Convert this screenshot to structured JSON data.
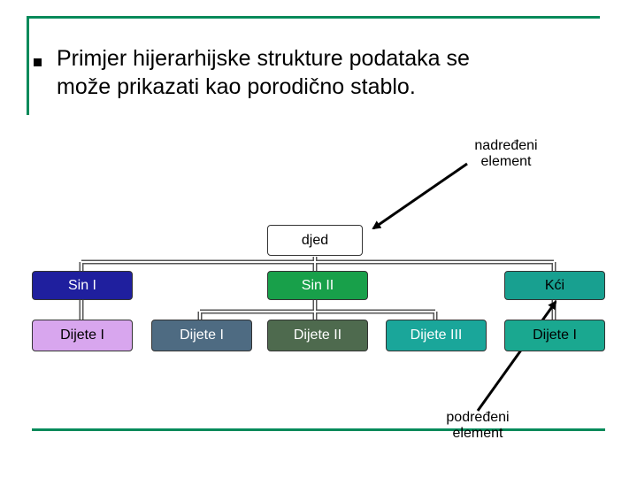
{
  "slide": {
    "bullet_text_line1": "Primjer hijerarhijske strukture podataka  se",
    "bullet_text_line2": "može prikazati kao porodično stablo."
  },
  "annotations": {
    "parent_line1": "nadređeni",
    "parent_line2": "element",
    "child_line1": "podređeni",
    "child_line2": "element"
  },
  "tree": {
    "root": "djed",
    "level1": [
      "Sin I",
      "Sin II",
      "Kći"
    ],
    "level2": [
      "Dijete I",
      "Dijete I",
      "Dijete II",
      "Dijete III",
      "Dijete I"
    ]
  },
  "colors": {
    "frame": "#008a5a",
    "root_fill": "#ffffff",
    "son1_fill": "#1f1f9e",
    "son2_fill": "#18a04a",
    "daughter_fill": "#18a090",
    "child1_fill": "#d8a6ee",
    "child2_fill": "#4e6b82",
    "child3_fill": "#4e6a4e",
    "child4_fill": "#1aa69a",
    "child5_fill": "#1aa890"
  }
}
